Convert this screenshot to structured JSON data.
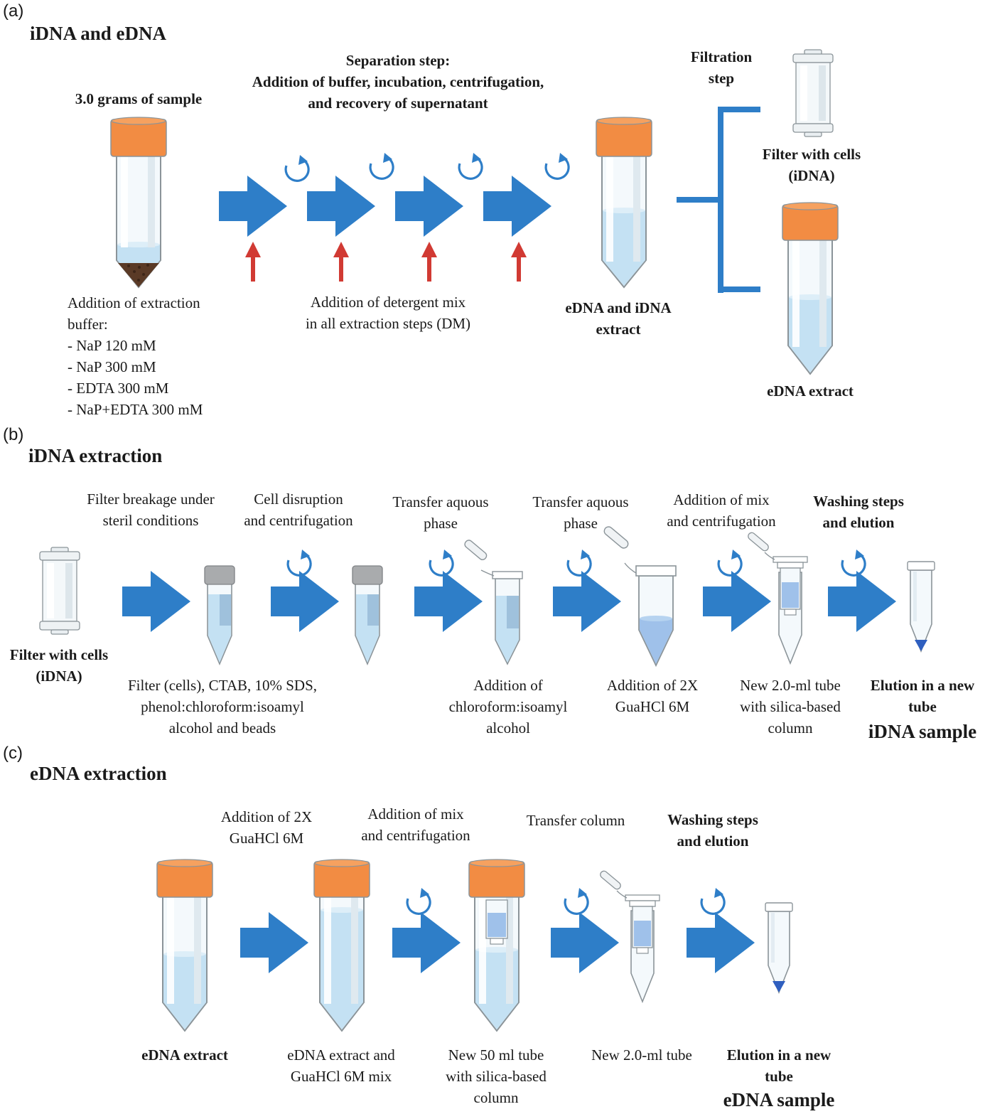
{
  "panel_a": {
    "label": "(a)",
    "heading": "iDNA and eDNA",
    "sample_title": "3.0 grams of sample",
    "separation_title": "Separation step:",
    "separation_line2": "Addition of buffer, incubation, centrifugation,",
    "separation_line3": "and recovery of supernatant",
    "filtration_line1": "Filtration",
    "filtration_line2": "step",
    "filter_cells_line1": "Filter with cells",
    "filter_cells_line2": "(iDNA)",
    "buffer_title_line1": "Addition of extraction",
    "buffer_title_line2": "buffer:",
    "buffer_items": [
      "- NaP 120 mM",
      "- NaP 300 mM",
      "- EDTA 300 mM",
      "- NaP+EDTA 300 mM"
    ],
    "detergent_line1": "Addition of detergent mix",
    "detergent_line2": "in all extraction steps (DM)",
    "extract_line1": "eDNA and  iDNA",
    "extract_line2": "extract",
    "edna_extract": "eDNA extract"
  },
  "panel_b": {
    "label": "(b)",
    "heading": "iDNA extraction",
    "step1_line1": "Filter breakage under",
    "step1_line2": "steril conditions",
    "step2_line1": "Cell disruption",
    "step2_line2": "and centrifugation",
    "step3_line1": "Transfer aquous",
    "step3_line2": "phase",
    "step4_line1": "Transfer aquous",
    "step4_line2": "phase",
    "step5_line1": "Addition of mix",
    "step5_line2": "and centrifugation",
    "step6_line1": "Washing steps",
    "step6_line2": "and elution",
    "filter_line1": "Filter with cells",
    "filter_line2": "(iDNA)",
    "reagents_line1": "Filter (cells), CTAB, 10% SDS,",
    "reagents_line2": "phenol:chloroform:isoamyl",
    "reagents_line3": "alcohol and beads",
    "chloroform_line1": "Addition of",
    "chloroform_line2": "chloroform:isoamyl",
    "chloroform_line3": "alcohol",
    "guahcl_line1": "Addition of 2X",
    "guahcl_line2": "GuaHCl 6M",
    "newtube_line1": "New 2.0-ml tube",
    "newtube_line2": "with silica-based",
    "newtube_line3": "column",
    "elution_line1": "Elution in a new",
    "elution_line2": "tube",
    "sample": "iDNA sample"
  },
  "panel_c": {
    "label": "(c)",
    "heading": "eDNA extraction",
    "step1_line1": "Addition of 2X",
    "step1_line2": "GuaHCl 6M",
    "step2_line1": "Addition of mix",
    "step2_line2": "and centrifugation",
    "step3": "Transfer column",
    "step4_line1": "Washing steps",
    "step4_line2": "and elution",
    "extract": "eDNA extract",
    "mix_line1": "eDNA extract and",
    "mix_line2": "GuaHCl 6M mix",
    "tube50_line1": "New 50 ml tube",
    "tube50_line2": "with silica-based",
    "tube50_line3": "column",
    "tube2_line1": "New 2.0-ml tube",
    "elution_line1": "Elution in a new",
    "elution_line2": "tube",
    "sample": "eDNA sample"
  },
  "colors": {
    "arrow_blue": "#2e7ec8",
    "red_arrow": "#d13a33",
    "cap_orange": "#f28c43",
    "cap_gray": "#a9abad",
    "liquid": "#c4e1f3",
    "dark_liquid": "#2f5fbf",
    "soil": "#5a3a26"
  }
}
